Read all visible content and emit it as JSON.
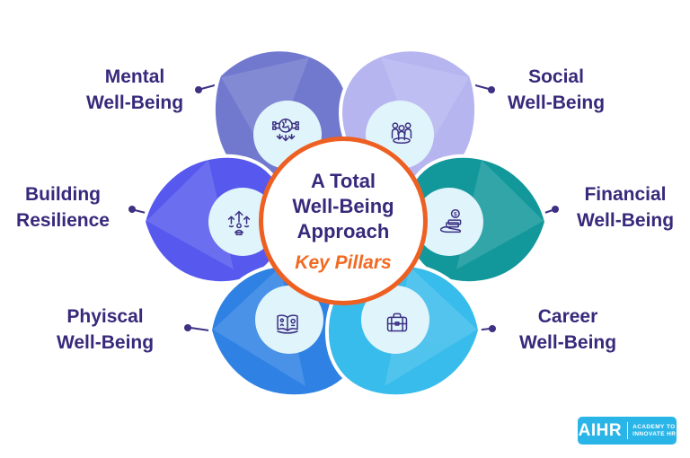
{
  "title": {
    "line1": "A Total",
    "line2": "Well-Being",
    "line3": "Approach",
    "subtitle": "Key Pillars"
  },
  "pillars": [
    {
      "id": "mental",
      "label_line1": "Mental",
      "label_line2": "Well-Being",
      "color": "#7079CE",
      "icon": "brain-network-icon"
    },
    {
      "id": "social",
      "label_line1": "Social",
      "label_line2": "Well-Being",
      "color": "#B6B5F0",
      "icon": "people-group-icon"
    },
    {
      "id": "resilience",
      "label_line1": "Building",
      "label_line2": "Resilience",
      "color": "#5658EE",
      "icon": "growth-arrows-icon"
    },
    {
      "id": "financial",
      "label_line1": "Financial",
      "label_line2": "Well-Being",
      "color": "#12989B",
      "icon": "hand-money-icon"
    },
    {
      "id": "physical",
      "label_line1": "Phyiscal",
      "label_line2": "Well-Being",
      "color": "#2F82E4",
      "icon": "health-book-icon"
    },
    {
      "id": "career",
      "label_line1": "Career",
      "label_line2": "Well-Being",
      "color": "#38BCEC",
      "icon": "briefcase-icon"
    }
  ],
  "icons": {
    "dollar_symbol": "$"
  },
  "colors": {
    "icon_circle_bg": "#E0F4FB",
    "icon_stroke": "#3D3184",
    "connector": "#3D3184",
    "accent_orange": "#EE5F22",
    "heading_indigo": "#38297B",
    "subtitle_orange": "#F26A21",
    "logo_blue": "#29B5E8",
    "background": "#FFFFFF"
  },
  "logo": {
    "brand": "AIHR",
    "tagline_line1": "ACADEMY TO",
    "tagline_line2": "INNOVATE HR"
  }
}
